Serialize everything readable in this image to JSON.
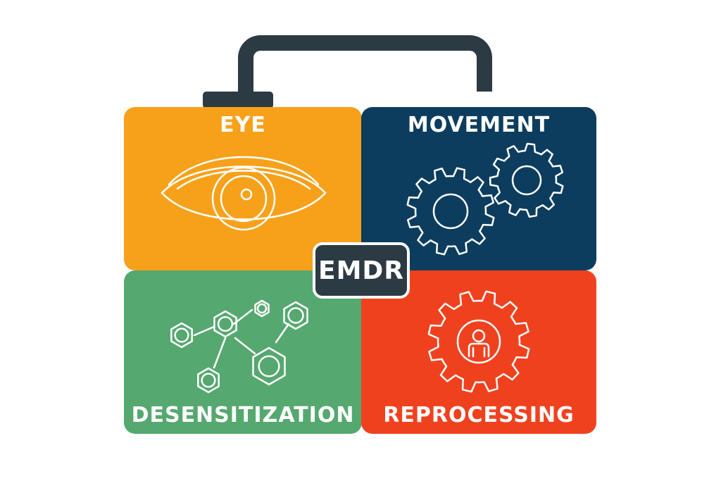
{
  "diagram": {
    "center_label": "EMDR",
    "quadrants": [
      {
        "id": "eye",
        "label": "EYE",
        "color": "#f7a11a",
        "icon": "eye-icon"
      },
      {
        "id": "movement",
        "label": "MOVEMENT",
        "color": "#0d3d5e",
        "icon": "gears-icon"
      },
      {
        "id": "desensitization",
        "label": "DESENSITIZATION",
        "color": "#55a86f",
        "icon": "molecule-icon"
      },
      {
        "id": "reprocessing",
        "label": "REPROCESSING",
        "color": "#f0411f",
        "icon": "person-gear-icon"
      }
    ],
    "handle_color": "#2c3a44",
    "icon_line_color": "#ffffff"
  }
}
